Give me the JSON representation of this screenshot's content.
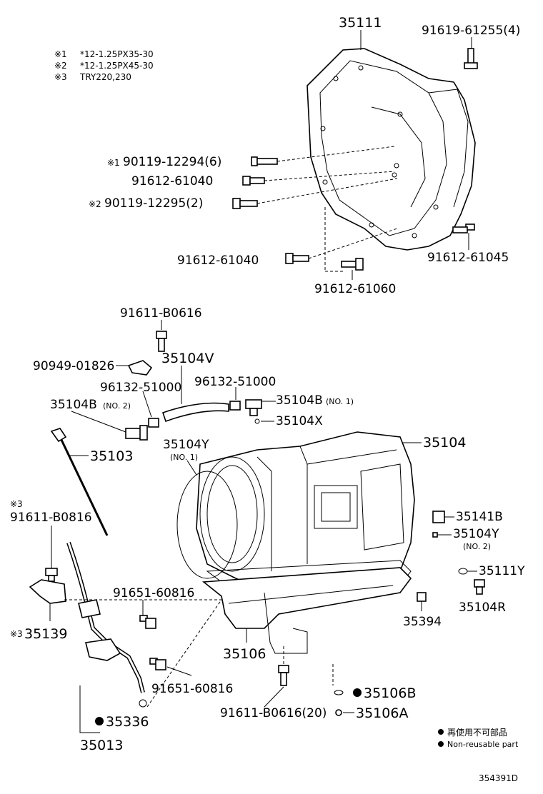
{
  "notes": [
    {
      "mark": "※1",
      "text": "*12-1.25PX35-30"
    },
    {
      "mark": "※2",
      "text": "*12-1.25PX45-30"
    },
    {
      "mark": "※3",
      "text": "TRY220,230"
    }
  ],
  "labels": {
    "p35111": "35111",
    "p91619_61255": "91619-61255(4)",
    "p90119_12294": "90119-12294(6)",
    "p90119_12294_mark": "※1",
    "p91612_61040_a": "91612-61040",
    "p90119_12295": "90119-12295(2)",
    "p90119_12295_mark": "※2",
    "p91612_61040_b": "91612-61040",
    "p91612_61045": "91612-61045",
    "p91612_61060": "91612-61060",
    "p91611_B0616": "91611-B0616",
    "p90949_01826": "90949-01826",
    "p35104V": "35104V",
    "p96132_51000_a": "96132-51000",
    "p96132_51000_b": "96132-51000",
    "p35104B_no1": "35104B",
    "p35104B_no1_sub": "(NO. 1)",
    "p35104B_no2": "35104B",
    "p35104B_no2_sub": "(NO. 2)",
    "p35104X": "35104X",
    "p35104": "35104",
    "p35103": "35103",
    "p35104Y_no1": "35104Y",
    "p35104Y_no1_sub": "(NO. 1)",
    "p35141B": "35141B",
    "p35104Y_no2": "35104Y",
    "p35104Y_no2_sub": "(NO. 2)",
    "p91611_B0816_mark": "※3",
    "p91611_B0816": "91611-B0816",
    "p35111Y": "35111Y",
    "p91651_60816_a": "91651-60816",
    "p35104R": "35104R",
    "p35394": "35394",
    "p35139_mark": "※3",
    "p35139": "35139",
    "p35106": "35106",
    "p91651_60816_b": "91651-60816",
    "p35106B": "35106B",
    "p91611_B0616_20": "91611-B0616(20)",
    "p35106A": "35106A",
    "p35336": "35336",
    "p35013": "35013"
  },
  "legend": [
    {
      "text": "再使用不可部品"
    },
    {
      "text": "Non-reusable part"
    }
  ],
  "diagram_id": "354391D"
}
